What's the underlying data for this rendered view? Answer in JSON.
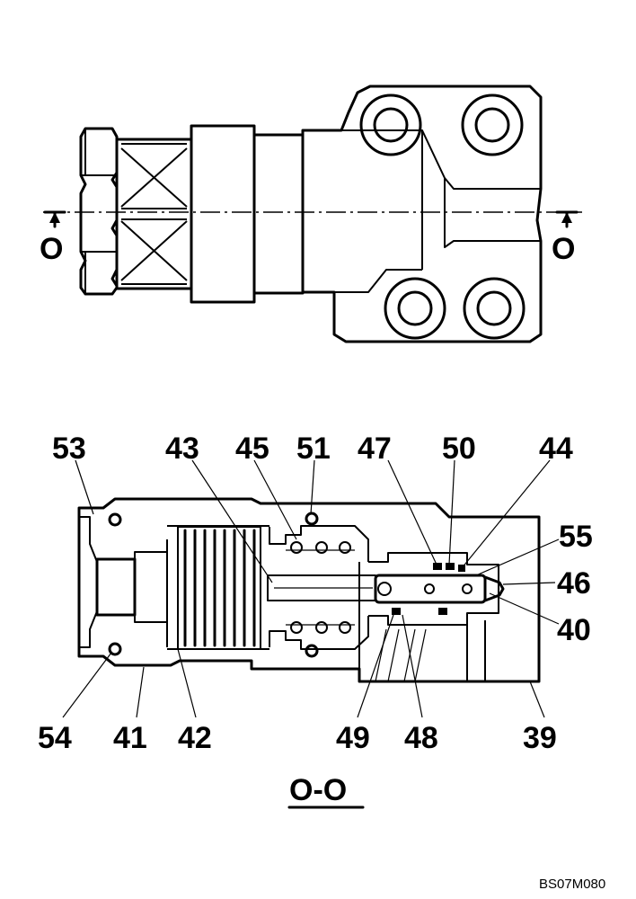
{
  "top_view": {
    "section_mark_left": "O",
    "section_mark_right": "O"
  },
  "section_view": {
    "title": "O-O",
    "part_labels": [
      "53",
      "43",
      "45",
      "51",
      "47",
      "50",
      "44",
      "55",
      "46",
      "40",
      "54",
      "41",
      "42",
      "49",
      "48",
      "39"
    ]
  },
  "drawing_code": "BS07M080"
}
